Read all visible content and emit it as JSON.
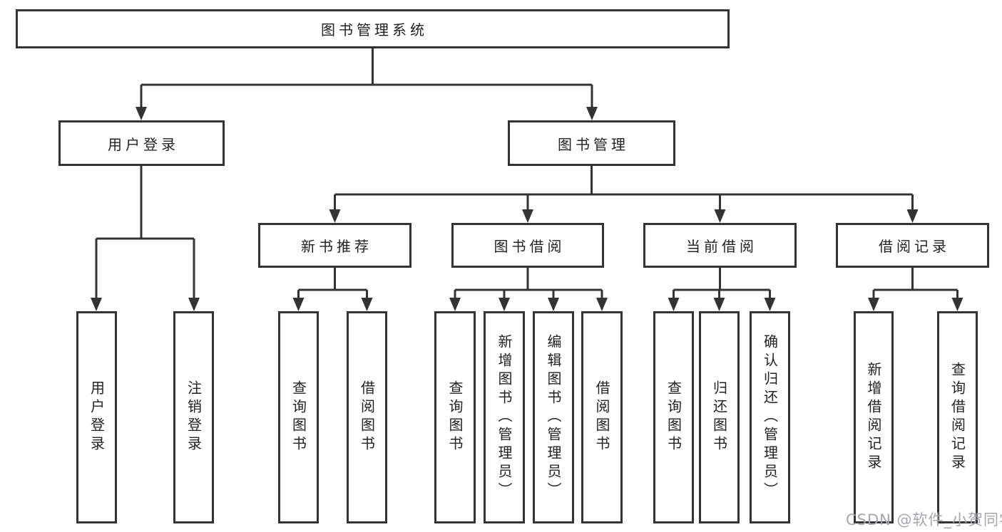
{
  "nodes": {
    "root": "图书管理系统",
    "level2": [
      "用户登录",
      "图书管理"
    ],
    "level3": [
      "新书推荐",
      "图书借阅",
      "当前借阅",
      "借阅记录"
    ],
    "leaves_user_login": [
      "用户登录",
      "注销登录"
    ],
    "leaves_new_book": [
      "查询图书",
      "借阅图书"
    ],
    "leaves_book_borrow": [
      "查询图书",
      "新增图书（管理员）",
      "编辑图书（管理员）",
      "借阅图书"
    ],
    "leaves_current_borrow": [
      "查询图书",
      "归还图书",
      "确认归还（管理员）"
    ],
    "leaves_borrow_record": [
      "新增借阅记录",
      "查询借阅记录"
    ]
  },
  "watermark": "CSDN @软件_小贺同学",
  "colors": {
    "line": "#333333",
    "box_border": "#333333",
    "text": "#222222",
    "watermark": "#a6a6ad",
    "background": "#ffffff"
  }
}
